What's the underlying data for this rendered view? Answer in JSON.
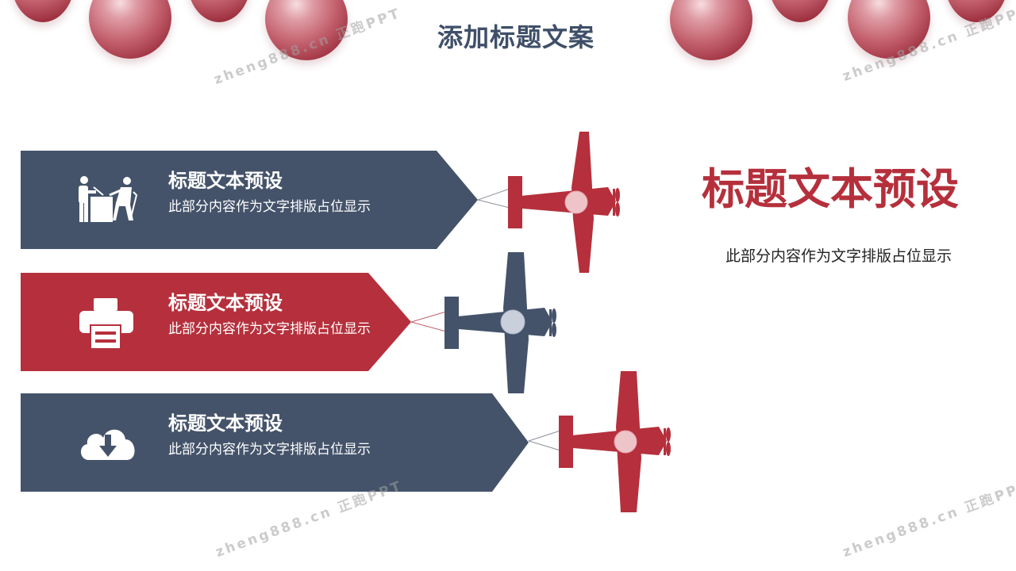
{
  "slide": {
    "title": "添加标题文案"
  },
  "banners": [
    {
      "heading": "标题文本预设",
      "text": "此部分内容作为文字排版占位显示",
      "icon": "meeting-people-icon",
      "color": "#44536a"
    },
    {
      "heading": "标题文本预设",
      "text": "此部分内容作为文字排版占位显示",
      "icon": "printer-icon",
      "color": "#b5303c"
    },
    {
      "heading": "标题文本预设",
      "text": "此部分内容作为文字排版占位显示",
      "icon": "cloud-download-icon",
      "color": "#44536a"
    }
  ],
  "planes": [
    {
      "icon": "airplane-icon",
      "color": "#b5303c"
    },
    {
      "icon": "airplane-icon",
      "color": "#44536a"
    },
    {
      "icon": "airplane-icon",
      "color": "#b5303c"
    }
  ],
  "side": {
    "heading": "标题文本预设",
    "text": "此部分内容作为文字排版占位显示"
  },
  "watermark": {
    "text": "zheng888.cn 正跑PPT"
  },
  "colors": {
    "navy": "#44536a",
    "red": "#b5303c",
    "title": "#3f4f69"
  }
}
